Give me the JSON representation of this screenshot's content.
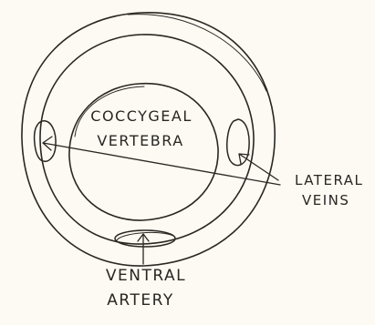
{
  "labels": {
    "vertebra_line1": "COCCYGEAL",
    "vertebra_line2": "VERTEBRA",
    "veins_line1": "LATERAL",
    "veins_line2": "VEINS",
    "artery_line1": "VENTRAL",
    "artery_line2": "ARTERY"
  },
  "colors": {
    "paper": "#fdfaf3",
    "pencil": "#2a2622"
  }
}
